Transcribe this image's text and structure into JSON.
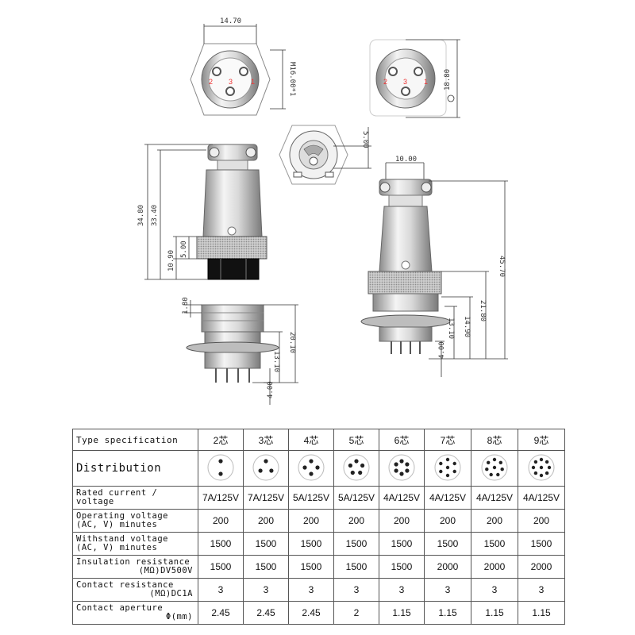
{
  "dimensions": {
    "d_14_70": "14.70",
    "d_m16": "M16.00*1",
    "d_18_80": "18.80",
    "d_5_00_top": "5.00",
    "d_10_00": "10.00",
    "d_34_80": "34.80",
    "d_33_40": "33.40",
    "d_5_00": "5.00",
    "d_10_90": "10.90",
    "d_45_70": "45.70",
    "d_21_80": "21.80",
    "d_14_90": "14.90",
    "d_13_10_r": "13.10",
    "d_4_00_r": "4.00",
    "d_1_80": "1.80",
    "d_20_10": "20.10",
    "d_13_10_b": "13.10",
    "d_4_00_b": "4.00"
  },
  "pin_labels": {
    "p1": "1",
    "p2": "2",
    "p3": "3"
  },
  "table": {
    "type_spec_label": "Type specification",
    "types": [
      "2芯",
      "3芯",
      "4芯",
      "5芯",
      "6芯",
      "7芯",
      "8芯",
      "9芯"
    ],
    "distribution_label": "Distribution",
    "pin_counts": [
      2,
      3,
      4,
      5,
      6,
      7,
      8,
      9
    ],
    "rated_label": "Rated current / voltage",
    "rated": [
      "7A/125V",
      "7A/125V",
      "5A/125V",
      "5A/125V",
      "4A/125V",
      "4A/125V",
      "4A/125V",
      "4A/125V"
    ],
    "operating_label_1": "Operating voltage",
    "operating_label_2": "(AC, V) minutes",
    "operating": [
      "200",
      "200",
      "200",
      "200",
      "200",
      "200",
      "200",
      "200"
    ],
    "withstand_label_1": "Withstand voltage",
    "withstand_label_2": "(AC, V) minutes",
    "withstand": [
      "1500",
      "1500",
      "1500",
      "1500",
      "1500",
      "1500",
      "1500",
      "1500"
    ],
    "insulation_label_1": "Insulation resistance",
    "insulation_label_2": "(MΩ)DV500V",
    "insulation": [
      "1500",
      "1500",
      "1500",
      "1500",
      "1500",
      "2000",
      "2000",
      "2000"
    ],
    "contact_res_label_1": "Contact resistance",
    "contact_res_label_2": "(MΩ)DC1A",
    "contact_res": [
      "3",
      "3",
      "3",
      "3",
      "3",
      "3",
      "3",
      "3"
    ],
    "aperture_label_1": "Contact aperture",
    "aperture_label_2": "Φ(mm)",
    "aperture": [
      "2.45",
      "2.45",
      "2.45",
      "2",
      "1.15",
      "1.15",
      "1.15",
      "1.15"
    ]
  },
  "colors": {
    "pin_label": "#e33333",
    "line": "#333333",
    "metal_light": "#eeeeee",
    "metal_dark": "#888888"
  }
}
